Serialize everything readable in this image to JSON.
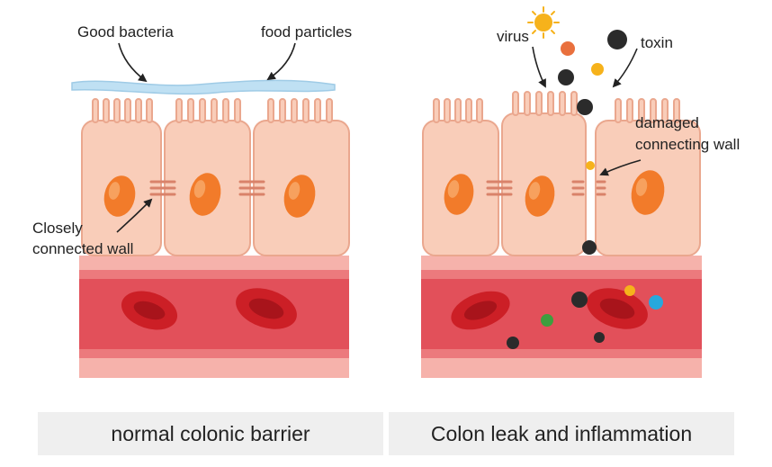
{
  "labels": {
    "good_bacteria": "Good bacteria",
    "food_particles": "food particles",
    "closely_line1": "Closely",
    "closely_line2": "connected wall",
    "virus": "virus",
    "toxin": "toxin",
    "damaged_line1": "damaged",
    "damaged_line2": "connecting wall"
  },
  "captions": {
    "left": "normal colonic barrier",
    "right": "Colon leak and inflammation"
  },
  "colors": {
    "cell_fill": "#f9cdb9",
    "cell_stroke": "#eaa78e",
    "nucleus": "#f27b2a",
    "vessel_outer": "#f6b2ab",
    "vessel_inner": "#e2505a",
    "rbc": "#cc1f26",
    "mucus": "#bfe0f3",
    "toxin": "#2b2b2b",
    "virus_orange": "#e9703d",
    "sun_yellow": "#f6b21b",
    "green_particle": "#3e9e3e",
    "blue_particle": "#27a8dd"
  }
}
